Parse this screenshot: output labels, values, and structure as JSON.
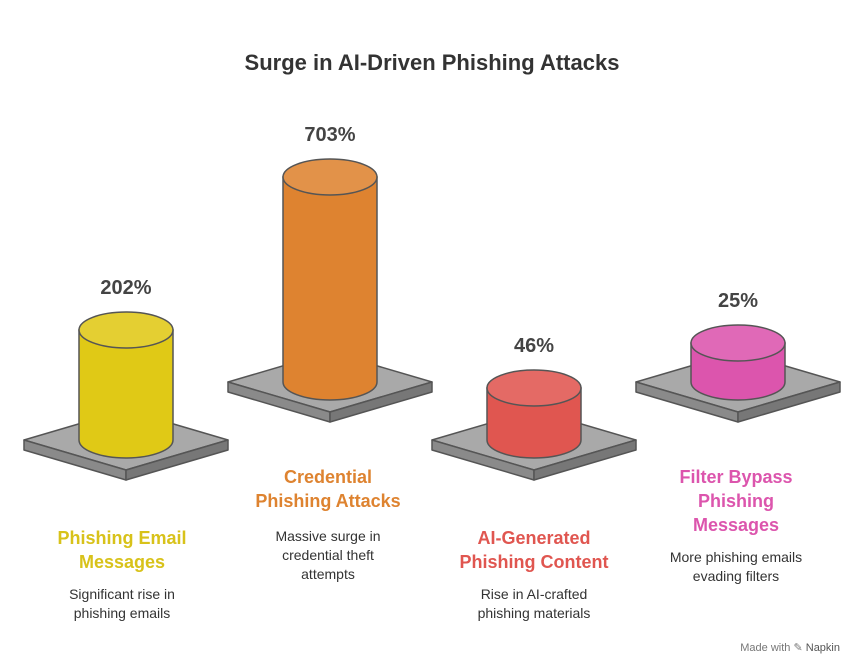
{
  "chart_data": {
    "type": "bar",
    "title": "Surge in AI-Driven Phishing Attacks",
    "categories": [
      "Phishing Email Messages",
      "Credential Phishing Attacks",
      "AI-Generated Phishing Content",
      "Filter Bypass Phishing Messages"
    ],
    "values": [
      202,
      703,
      46,
      25
    ],
    "value_labels": [
      "202%",
      "703%",
      "46%",
      "25%"
    ],
    "descriptions": [
      "Significant rise in\nphishing emails",
      "Massive surge in\ncredential theft\nattempts",
      "Rise in AI-crafted\nphishing materials",
      "More phishing emails\nevading filters"
    ],
    "colors": [
      "#e0c916",
      "#de8330",
      "#e05650",
      "#dc55ad"
    ],
    "label_colors": [
      "#d8c21a",
      "#de8330",
      "#e05650",
      "#dc55ad"
    ]
  },
  "labels": {
    "items": [
      {
        "name": "Phishing Email\nMessages"
      },
      {
        "name": "Credential\nPhishing Attacks"
      },
      {
        "name": "AI-Generated\nPhishing Content"
      },
      {
        "name": "Filter Bypass\nPhishing\nMessages"
      }
    ]
  },
  "footer": {
    "made_with": "Made with",
    "brand": "Napkin"
  }
}
